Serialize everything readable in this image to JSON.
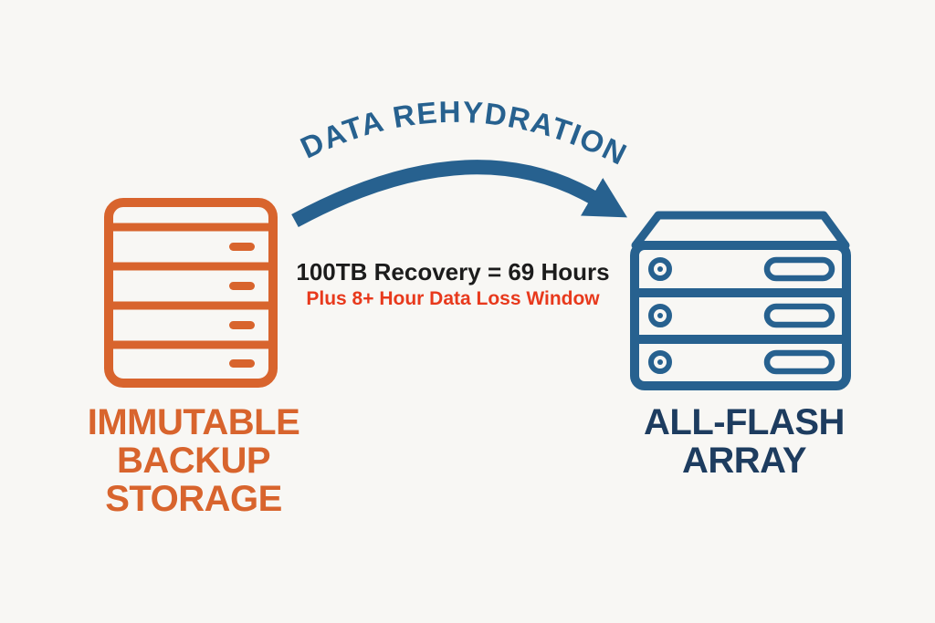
{
  "background_color": "#F8F7F4",
  "title": {
    "text": "DATA REHYDRATION",
    "color": "#27618F"
  },
  "arrow": {
    "color": "#27618F",
    "direction": "left-to-right",
    "from": "immutable-backup-storage",
    "to": "all-flash-array"
  },
  "metrics": {
    "recovery_stat": "100TB Recovery = 69 Hours",
    "recovery_stat_color": "#1C1C1C",
    "data_loss_note": "Plus 8+ Hour Data Loss Window",
    "data_loss_note_color": "#E8391C"
  },
  "source": {
    "icon": "backup-server-icon",
    "color": "#D8642D",
    "label_lines": [
      "IMMUTABLE",
      "BACKUP",
      "STORAGE"
    ]
  },
  "target": {
    "icon": "flash-array-icon",
    "icon_color": "#27618F",
    "label_color": "#1D3C5F",
    "label_lines": [
      "ALL-FLASH",
      "ARRAY"
    ]
  }
}
